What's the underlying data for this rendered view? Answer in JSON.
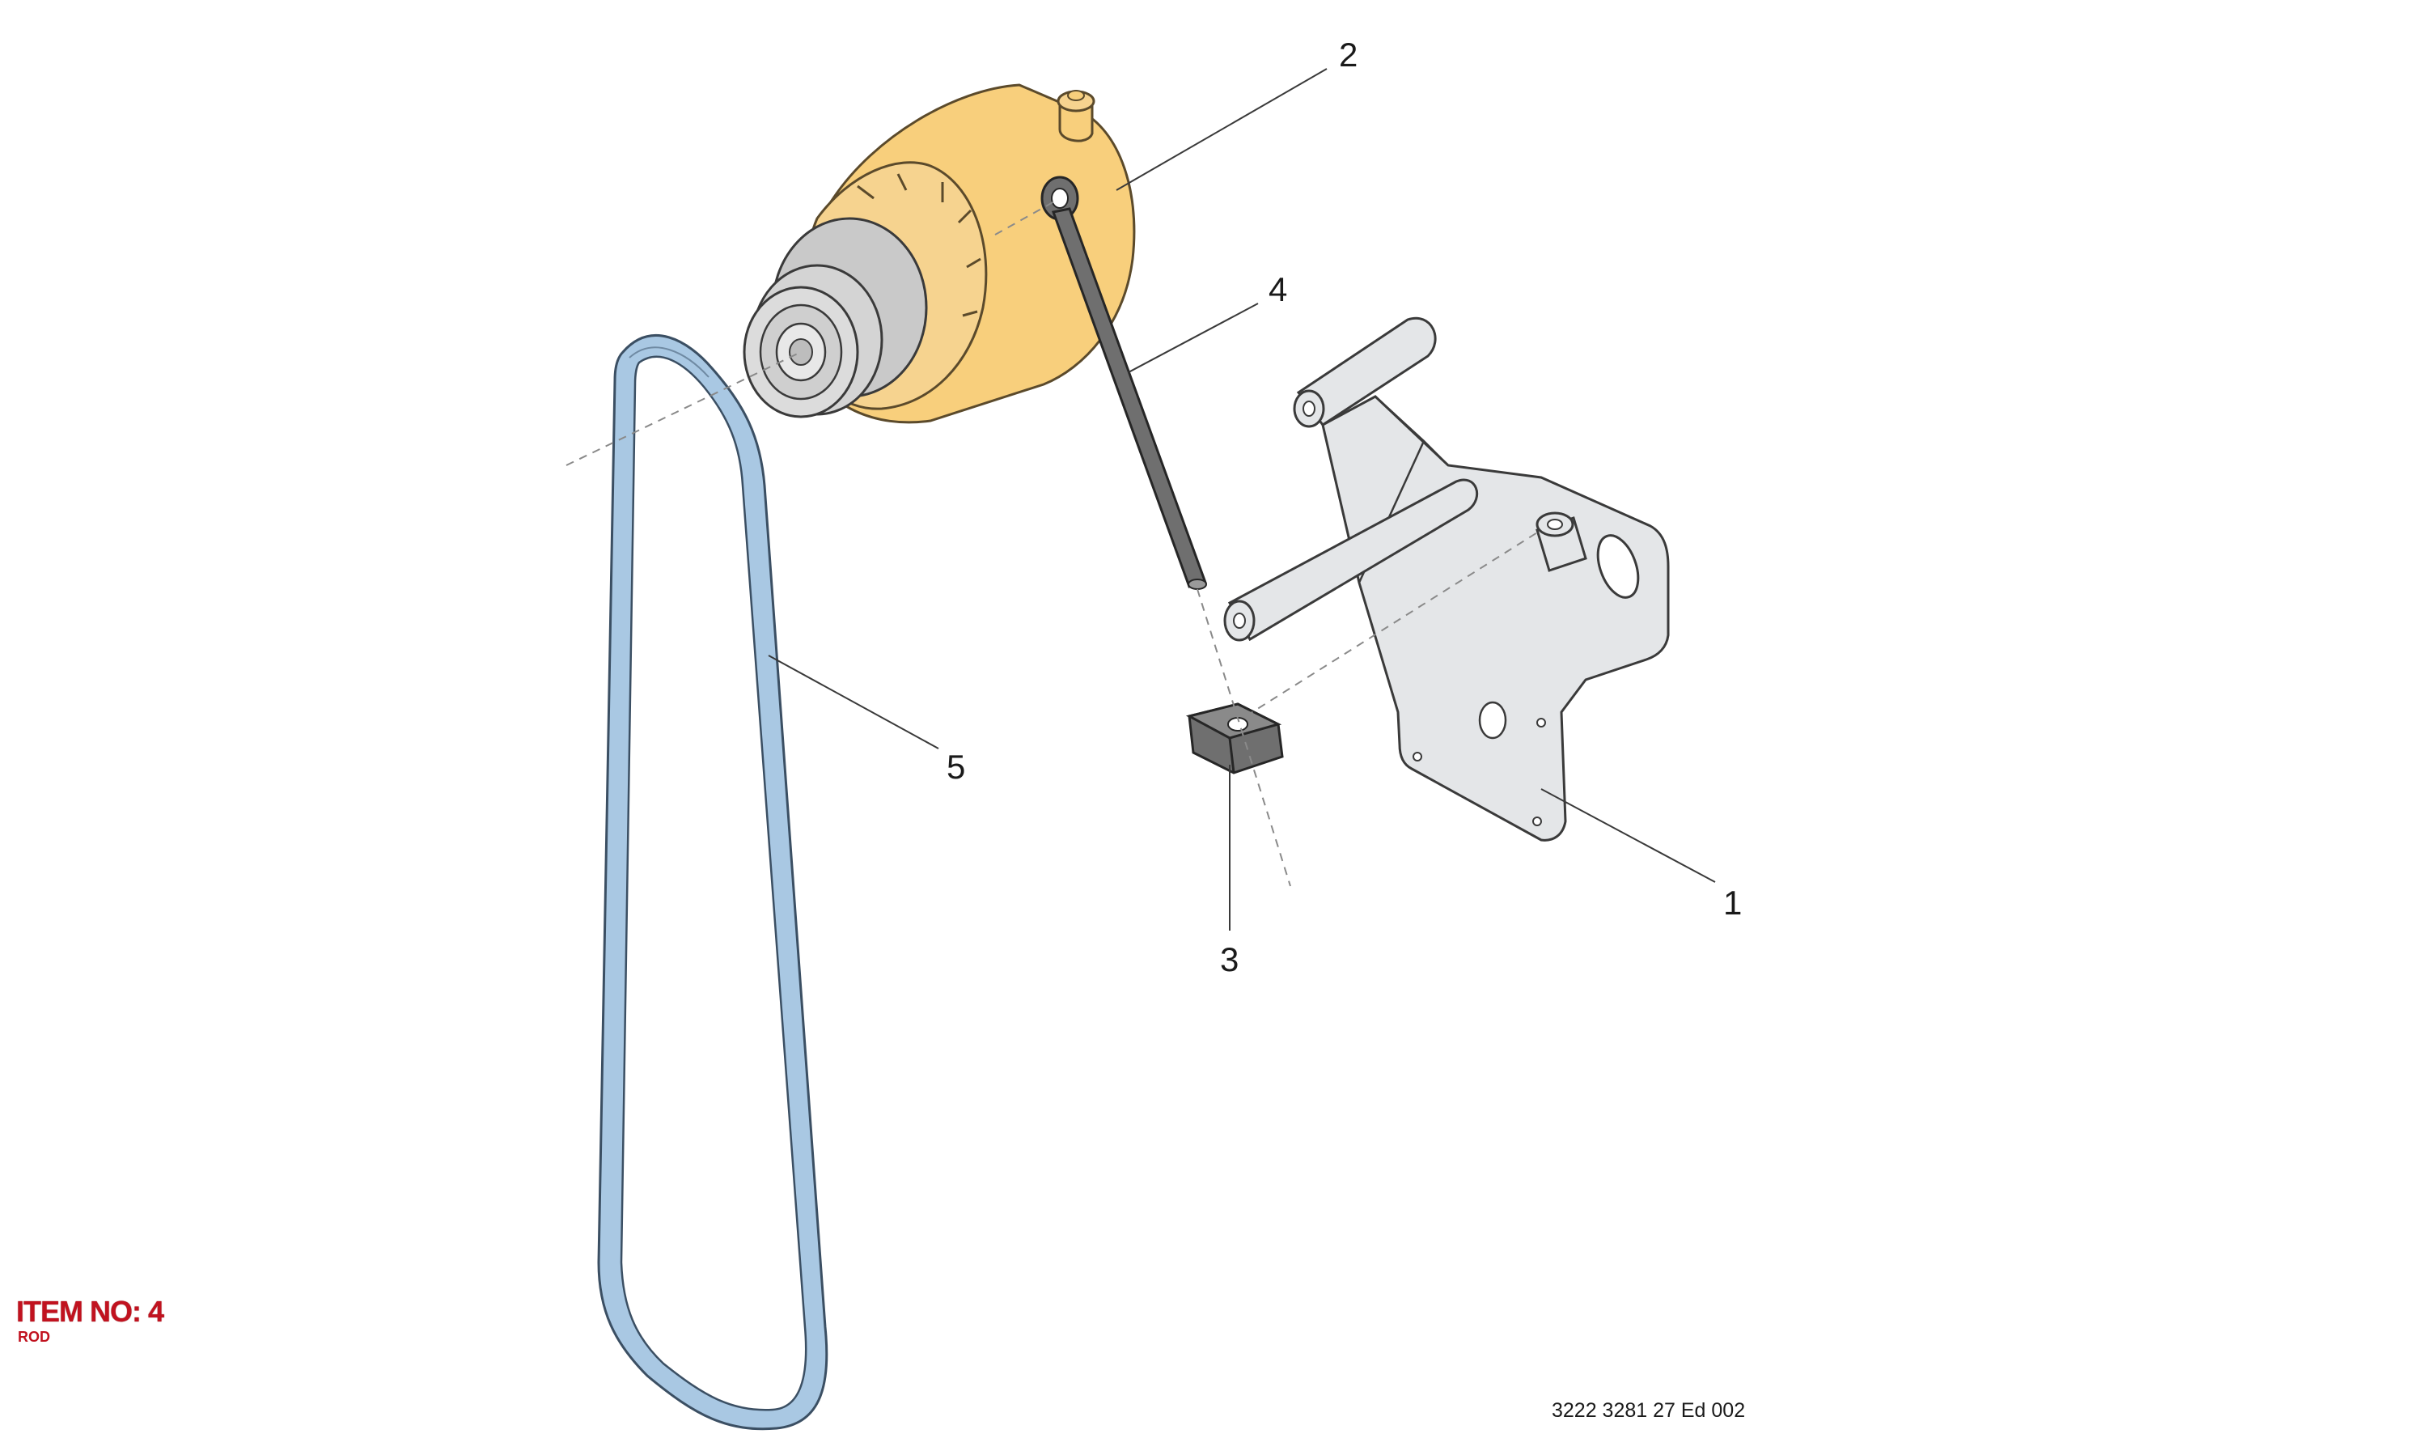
{
  "callouts": {
    "bracket": "1",
    "alternator": "2",
    "block": "3",
    "rod": "4",
    "belt": "5"
  },
  "item": {
    "label": "ITEM NO: 4",
    "name": "ROD"
  },
  "document_ref": "3222 3281 27 Ed 002",
  "colors": {
    "alternator_body": "#f8cf7c",
    "belt": "#a9c8e3",
    "bracket": "#e4e6e8",
    "rod": "#6f6f6f",
    "item_text": "#c1121f"
  }
}
